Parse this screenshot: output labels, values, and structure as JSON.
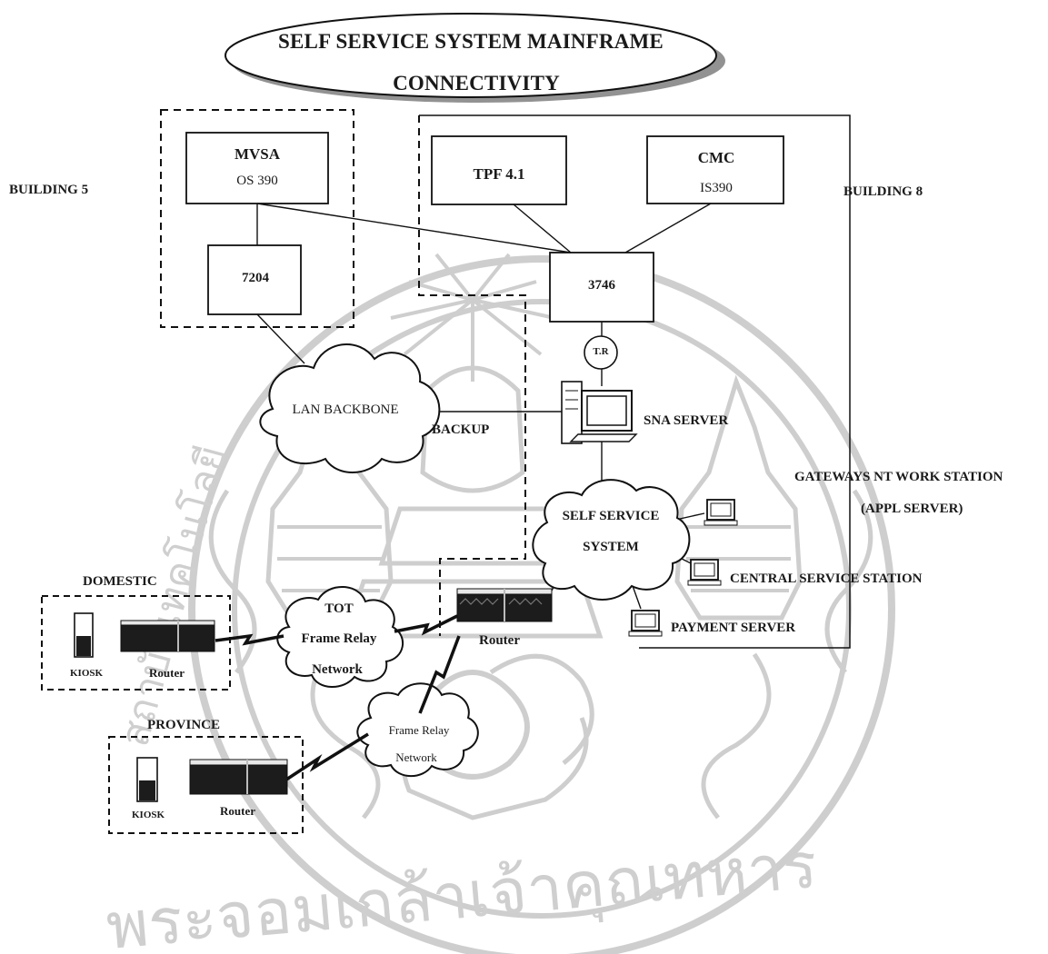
{
  "title": {
    "line1": "SELF SERVICE SYSTEM MAINFRAME",
    "line2": "CONNECTIVITY"
  },
  "buildings": {
    "left": "BUILDING 5",
    "right": "BUILDING 8"
  },
  "hosts": {
    "mvsa": {
      "name": "MVSA",
      "os": "OS 390"
    },
    "tpf": {
      "name": "TPF 4.1"
    },
    "cmc": {
      "name": "CMC",
      "os": "IS390"
    }
  },
  "controllers": {
    "c7204": "7204",
    "c3746": "3746",
    "tr": "T.R"
  },
  "clouds": {
    "lan": "LAN BACKBONE",
    "selfservice": {
      "line1": "SELF SERVICE",
      "line2": "SYSTEM"
    },
    "tot": {
      "line1": "TOT",
      "line2": "Frame Relay",
      "line3": "Network"
    },
    "frame_relay": {
      "line1": "Frame Relay",
      "line2": "Network"
    }
  },
  "labels": {
    "backup": "BACKUP",
    "sna_server": "SNA SERVER",
    "gateways": "GATEWAYS NT WORK STATION",
    "appl_server": "(APPL SERVER)",
    "central_station": "CENTRAL SERVICE STATION",
    "payment_server": "PAYMENT SERVER",
    "router_main": "Router"
  },
  "sites": {
    "domestic": {
      "title": "DOMESTIC",
      "kiosk": "KIOSK",
      "router": "Router"
    },
    "province": {
      "title": "PROVINCE",
      "kiosk": "KIOSK",
      "router": "Router"
    }
  },
  "watermark": {
    "thai_text": "พระจอมเกล้าเจ้าคุณทหาร",
    "thai_text_side": "สถาบันเทคโนโลยี",
    "color": "#c8c8c8"
  }
}
